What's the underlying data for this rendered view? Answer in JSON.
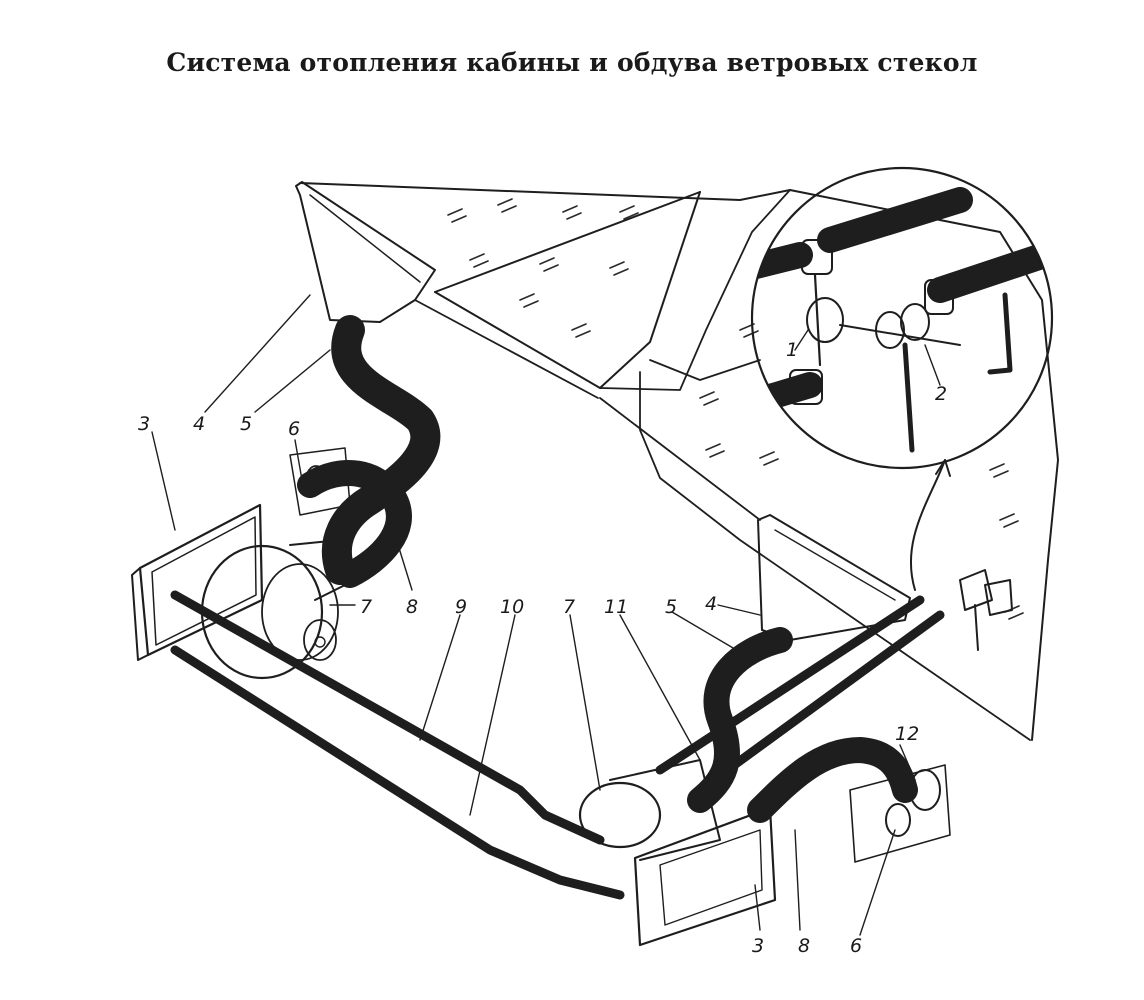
{
  "title": "Система отопления кабины и обдува ветровых стекол",
  "labels": [
    "3",
    "4",
    "5",
    "6",
    "8",
    "7",
    "9",
    "10",
    "7",
    "11",
    "5",
    "4",
    "12",
    "3",
    "8",
    "6",
    "1",
    "2"
  ],
  "colors": {
    "ink": "#1e1e1e",
    "paper": "#ffffff",
    "shade": "#9a9a9a"
  }
}
